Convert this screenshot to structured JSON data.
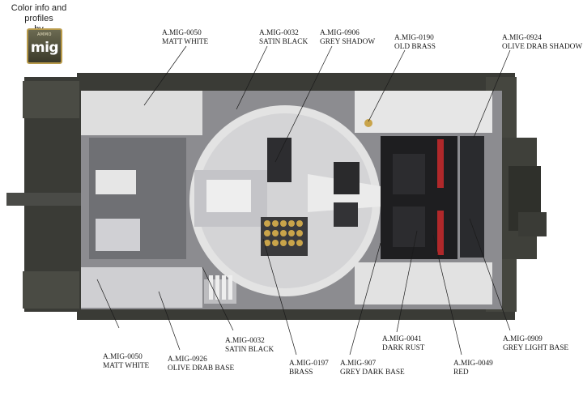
{
  "credit": {
    "line1": "Color info and profiles",
    "line2": "by"
  },
  "logo": {
    "brand_top": "AMMO",
    "brand_main": "mig"
  },
  "colors": {
    "hull_dark": "#3a3b36",
    "hull_mid": "#55574f",
    "interior_light": "#e6e6e6",
    "interior_grey": "#8c8c90",
    "engine_black": "#1e1e20",
    "brass": "#c9a44a",
    "red_accent": "#b0282a"
  },
  "labels_top": [
    {
      "code": "A.MIG-0050",
      "name": "MATT WHITE"
    },
    {
      "code": "A.MIG-0032",
      "name": "SATIN BLACK"
    },
    {
      "code": "A.MIG-0906",
      "name": "GREY SHADOW"
    },
    {
      "code": "A.MIG-0190",
      "name": "OLD BRASS"
    },
    {
      "code": "A.MIG-0924",
      "name": "OLIVE DRAB SHADOW"
    }
  ],
  "labels_bottom": [
    {
      "code": "A.MIG-0050",
      "name": "MATT WHITE"
    },
    {
      "code": "A.MIG-0926",
      "name": "OLIVE DRAB BASE"
    },
    {
      "code": "A.MIG-0032",
      "name": "SATIN BLACK"
    },
    {
      "code": "A.MIG-0197",
      "name": "BRASS"
    },
    {
      "code": "A.MIG-907",
      "name": "GREY DARK BASE"
    },
    {
      "code": "A.MIG-0041",
      "name": "DARK RUST"
    },
    {
      "code": "A.MIG-0049",
      "name": "RED"
    },
    {
      "code": "A.MIG-0909",
      "name": "GREY LIGHT BASE"
    }
  ]
}
